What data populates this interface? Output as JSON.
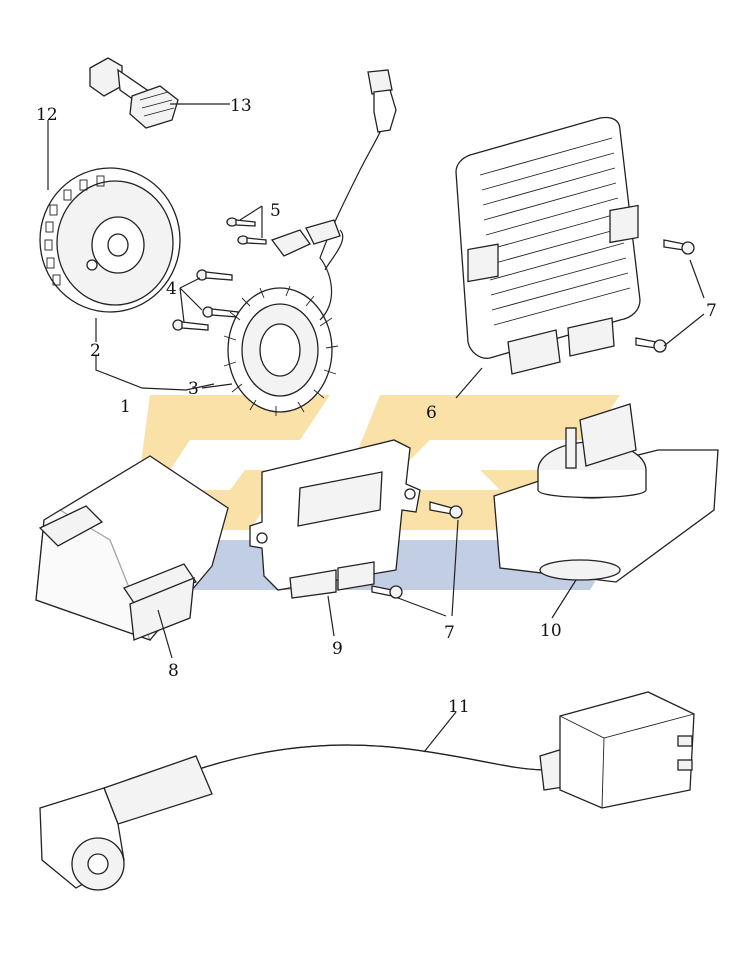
{
  "callouts": [
    {
      "id": "c12",
      "text": "12"
    },
    {
      "id": "c13",
      "text": "13"
    },
    {
      "id": "c5",
      "text": "5"
    },
    {
      "id": "c4",
      "text": "4"
    },
    {
      "id": "c2",
      "text": "2"
    },
    {
      "id": "c3",
      "text": "3"
    },
    {
      "id": "c1",
      "text": "1"
    },
    {
      "id": "c6",
      "text": "6"
    },
    {
      "id": "c7a",
      "text": "7"
    },
    {
      "id": "c8",
      "text": "8"
    },
    {
      "id": "c9",
      "text": "9"
    },
    {
      "id": "c7b",
      "text": "7"
    },
    {
      "id": "c10",
      "text": "10"
    },
    {
      "id": "c11",
      "text": "11"
    }
  ],
  "watermark": {
    "text": "SC",
    "colors": [
      "#f8dc99",
      "#b7c6df"
    ]
  }
}
